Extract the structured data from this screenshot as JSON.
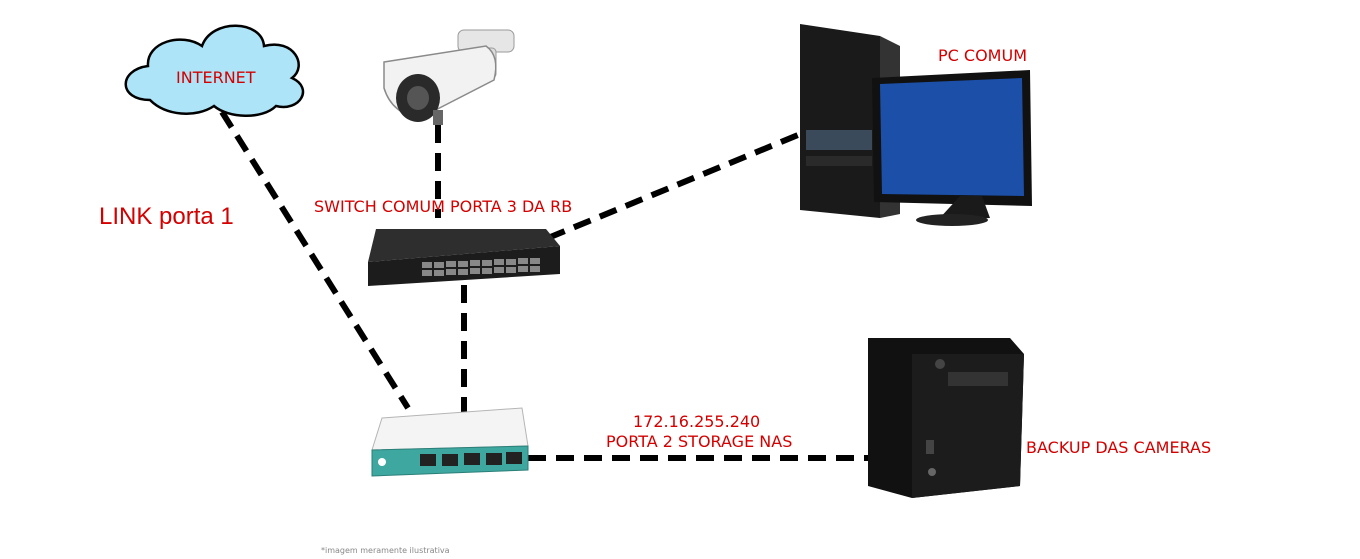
{
  "labels": {
    "internet": "INTERNET",
    "link": "LINK porta 1",
    "switch": "SWITCH COMUM PORTA 3 DA RB",
    "pc": "PC COMUM",
    "nas_ip": "172.16.255.240",
    "nas_port": "PORTA 2 STORAGE NAS",
    "backup": "BACKUP DAS CAMERAS",
    "footnote": "*imagem meramente ilustrativa"
  },
  "colors": {
    "label": "#d40000",
    "link_line": "#000000",
    "cloud_fill": "#aee4f7",
    "cloud_stroke": "#000000",
    "router_accent": "#3ea8a0"
  }
}
